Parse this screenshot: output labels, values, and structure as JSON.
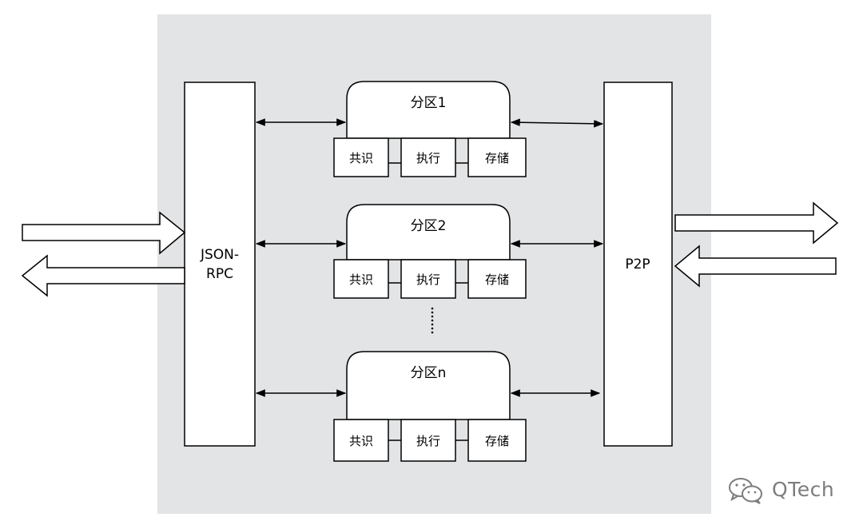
{
  "left_module": {
    "line1": "JSON-",
    "line2": "RPC"
  },
  "right_module": {
    "label": "P2P"
  },
  "partitions": [
    {
      "title": "分区1",
      "components": [
        "共识",
        "执行",
        "存储"
      ]
    },
    {
      "title": "分区2",
      "components": [
        "共识",
        "执行",
        "存储"
      ]
    },
    {
      "title": "分区n",
      "components": [
        "共识",
        "执行",
        "存储"
      ]
    }
  ],
  "watermark": {
    "text": "QTech",
    "icon": "wechat-icon"
  },
  "colors": {
    "container": "#e3e4e6",
    "stroke": "#000000",
    "box": "#ffffff",
    "watermark": "#7d7d7d"
  }
}
